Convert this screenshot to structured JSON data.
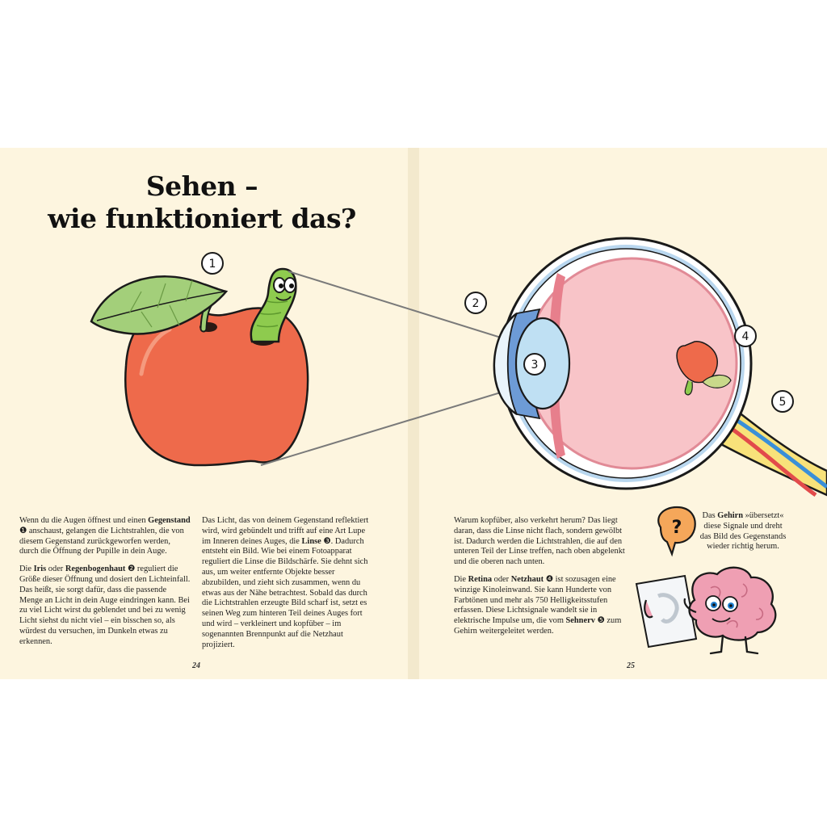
{
  "title": {
    "line1": "Sehen –",
    "line2": "wie funktioniert das?"
  },
  "markers": [
    "1",
    "2",
    "3",
    "4",
    "5"
  ],
  "page_numbers": {
    "left": "24",
    "right": "25"
  },
  "col1": {
    "p1": {
      "t1": "Wenn du die Augen öffnest und einen ",
      "b1": "Gegenstand",
      "t2": " ❶ anschaust, gelangen die Lichtstrahlen, die von diesem Gegenstand zurückgeworfen werden, durch die Öffnung der Pupille in dein Auge."
    },
    "p2": {
      "t0": "Die ",
      "b1": "Iris",
      "t1": " oder ",
      "b2": "Regenbogenhaut",
      "t2": " ❷ reguliert die Größe dieser Öffnung und dosiert den Lichteinfall. Das heißt, sie sorgt dafür, dass die passende Menge an Licht in dein Auge eindringen kann. Bei zu viel Licht wirst du geblendet und bei zu wenig Licht siehst du nicht viel – ein bisschen so, als würdest du versuchen, im Dunkeln etwas zu erkennen."
    }
  },
  "col2": {
    "p1": {
      "t1": "Das Licht, das von deinem Gegenstand reflektiert wird, wird gebündelt und trifft auf eine Art Lupe im Inneren deines Auges, die ",
      "b1": "Linse",
      "t2": " ❸. Dadurch entsteht ein Bild. Wie bei einem Fotoapparat reguliert die Linse die Bildschärfe. Sie dehnt sich aus, um weiter entfernte Objekte besser abzubilden, und zieht sich zusammen, wenn du etwas aus der Nähe betrachtest. Sobald das durch die Lichtstrahlen erzeugte Bild scharf ist, setzt es seinen Weg zum hinteren Teil deines Auges fort und wird – verkleinert und kopfüber – im sogenannten Brennpunkt auf die Netzhaut projiziert."
    }
  },
  "col3": {
    "p1": {
      "t1": "Warum kopfüber, also verkehrt herum? Das liegt daran, dass die Linse nicht flach, sondern gewölbt ist. Dadurch werden die Lichtstrahlen, die auf den unteren Teil der Linse treffen, nach oben abgelenkt und die oberen nach unten."
    },
    "p2": {
      "t0": "Die ",
      "b1": "Retina",
      "t1": " oder ",
      "b2": "Netzhaut",
      "t2": " ❹ ist sozusagen eine winzige Kinoleinwand. Sie kann Hunderte von Farbtönen und mehr als 750 Helligkeitsstufen erfassen. Diese Lichtsignale wandelt sie in elektrische Impulse um, die vom ",
      "b3": "Sehnerv",
      "t3": " ❺ zum Gehirn weitergeleitet werden."
    }
  },
  "caption": {
    "t0": "Das ",
    "b1": "Gehirn",
    "t1": " »übersetzt« diese Signale und dreht das Bild des Gegenstands wieder richtig herum."
  },
  "speech_bubble": "?",
  "colors": {
    "background": "#fdf5df",
    "apple": "#ee6a4b",
    "leaf": "#a3cf7a",
    "worm": "#8ecb4e",
    "eye_inner": "#f8c4c8",
    "iris": "#6d9bd6",
    "lens": "#bfe0f3",
    "nerve_yellow": "#f8e27a",
    "brain": "#ef9fb3"
  },
  "icons": [
    "apple-illustration",
    "worm-illustration",
    "eye-cross-section",
    "brain-character",
    "question-bubble-icon"
  ]
}
